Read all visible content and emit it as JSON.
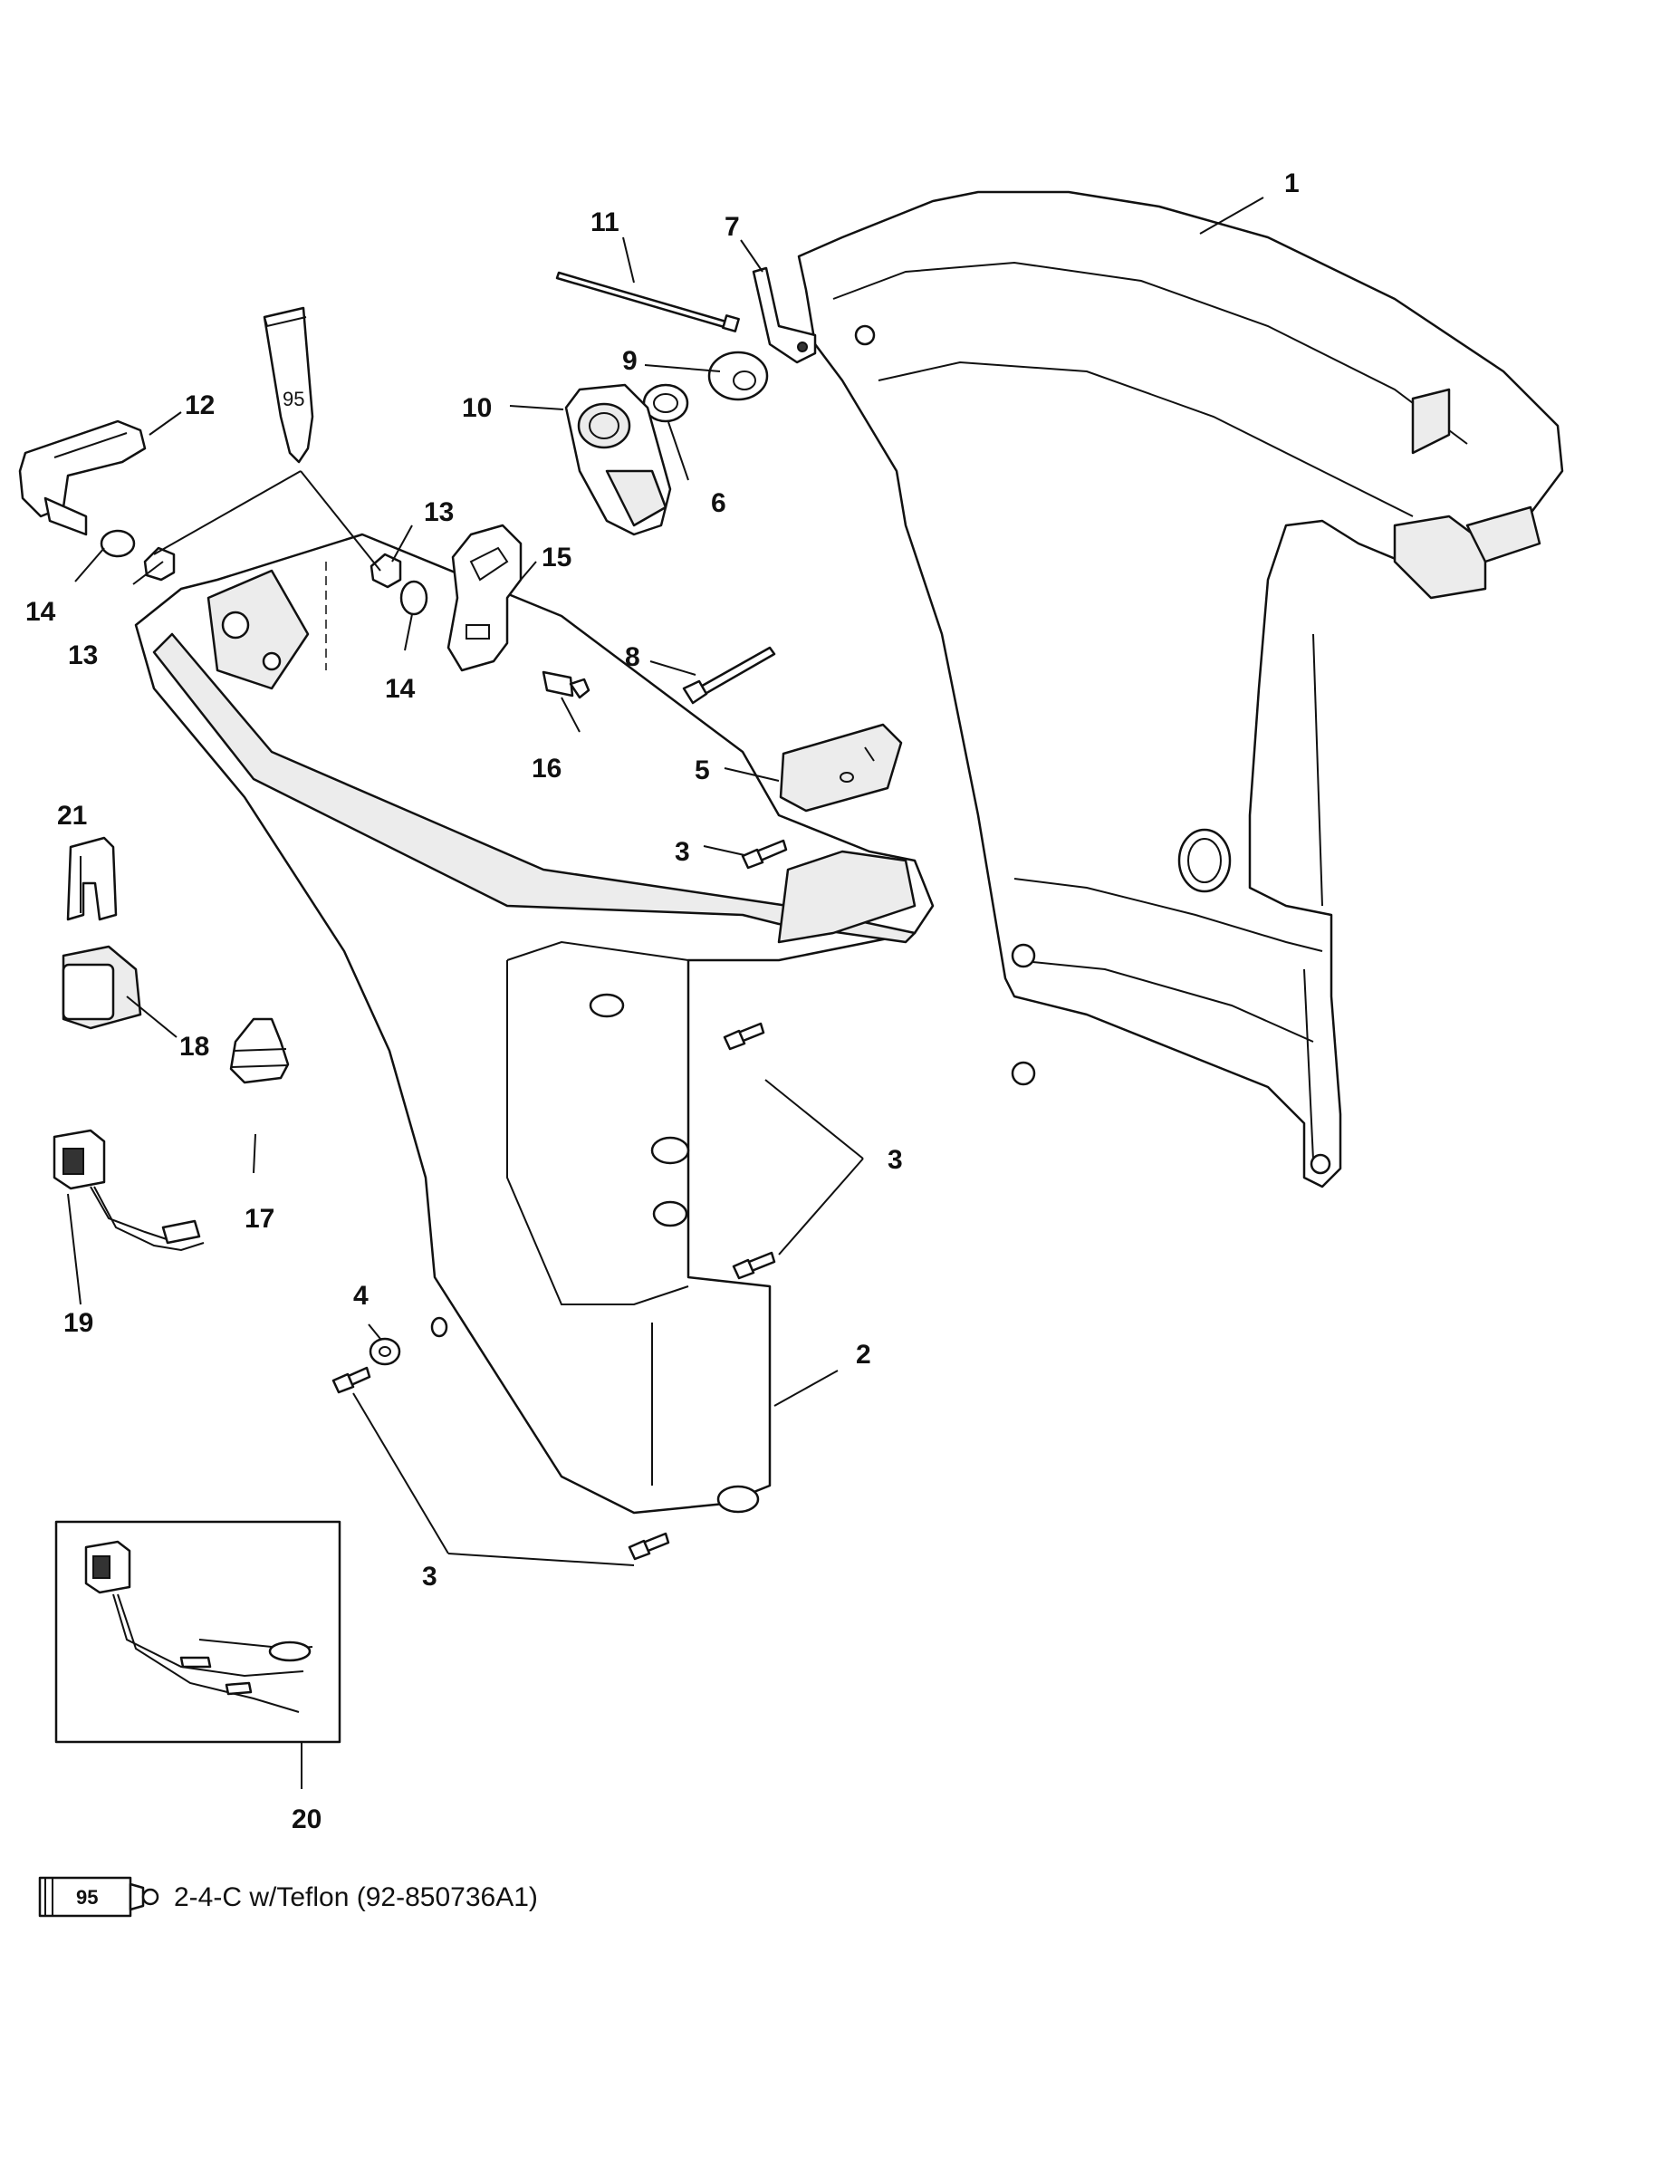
{
  "callouts": {
    "p1": "1",
    "p2": "2",
    "p3a": "3",
    "p3b": "3",
    "p3c": "3",
    "p4": "4",
    "p5": "5",
    "p6": "6",
    "p7": "7",
    "p8": "8",
    "p9": "9",
    "p10": "10",
    "p11": "11",
    "p12": "12",
    "p13a": "13",
    "p13b": "13",
    "p14a": "14",
    "p14b": "14",
    "p15": "15",
    "p16": "16",
    "p17": "17",
    "p18": "18",
    "p19": "19",
    "p20": "20",
    "p21": "21"
  },
  "sealant_tube_label": "95",
  "legend": {
    "tube_label": "95",
    "text": "2-4-C w/Teflon (92-850736A1)"
  }
}
